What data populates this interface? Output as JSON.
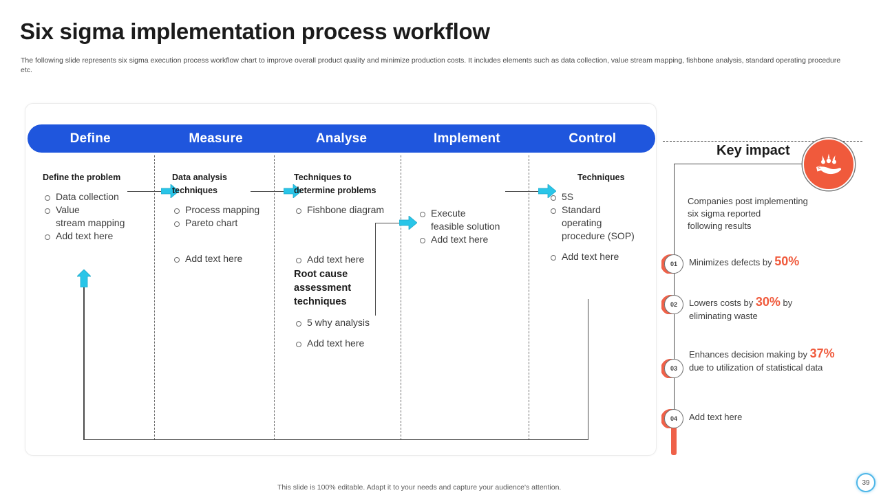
{
  "header": {
    "title": "Six sigma implementation process workflow",
    "subtitle": "The following slide represents six sigma execution process workflow chart to improve overall product quality and minimize production costs. It includes elements such as data collection, value stream mapping, fishbone analysis, standard operating procedure etc."
  },
  "phases": [
    {
      "label": "Define"
    },
    {
      "label": "Measure"
    },
    {
      "label": "Analyse"
    },
    {
      "label": "Implement"
    },
    {
      "label": "Control"
    }
  ],
  "columns": {
    "define": {
      "heading": "Define the problem",
      "bullets": [
        "Data collection",
        "Value",
        "Add text here"
      ],
      "value_cont": "stream mapping"
    },
    "measure": {
      "heading_line1": "Data analysis",
      "heading_line2": "techniques",
      "bullets": [
        "Process mapping",
        "Pareto chart"
      ],
      "extra": "Add text here"
    },
    "analyse": {
      "heading_line1": "Techniques to",
      "heading_line2": "determine problems",
      "bullets": [
        "Fishbone diagram"
      ],
      "extra": "Add text here",
      "subhead_line1": "Root cause",
      "subhead_line2": "assessment",
      "subhead_line3": "techniques",
      "sub_bullets": [
        "5 why  analysis",
        "Add text here"
      ]
    },
    "implement": {
      "bullets": [
        "Execute",
        "Add text here"
      ],
      "execute_cont": "feasible solution"
    },
    "control": {
      "heading": "Techniques",
      "bullets": [
        "5S",
        "Standard"
      ],
      "standard_cont1": "operating",
      "standard_cont2": "procedure (SOP)",
      "extra": "Add text here"
    }
  },
  "key_impact": {
    "title": "Key impact",
    "icon": "hand-holding-arrows-icon",
    "intro_line1": "Companies post implementing",
    "intro_line2": "six sigma reported",
    "intro_line3": "following results",
    "items": [
      {
        "num": "01",
        "pre": "Minimizes defects by ",
        "pct": "50%",
        "post": ""
      },
      {
        "num": "02",
        "pre": "Lowers costs by ",
        "pct": "30%",
        "post": " by eliminating waste"
      },
      {
        "num": "03",
        "pre": "Enhances decision making by ",
        "pct": "37%",
        "post": " due to utilization of statistical data"
      },
      {
        "num": "04",
        "pre": "Add text here",
        "pct": "",
        "post": ""
      }
    ]
  },
  "footer": {
    "note": "This slide is 100% editable. Adapt it to your needs and capture your audience's attention.",
    "page_number": "39"
  },
  "colors": {
    "phase_bar_blue": "#1f56dd",
    "arrow_cyan": "#29c5e8",
    "accent_orange": "#f05a3c",
    "badge_blue": "#4db6e8"
  }
}
